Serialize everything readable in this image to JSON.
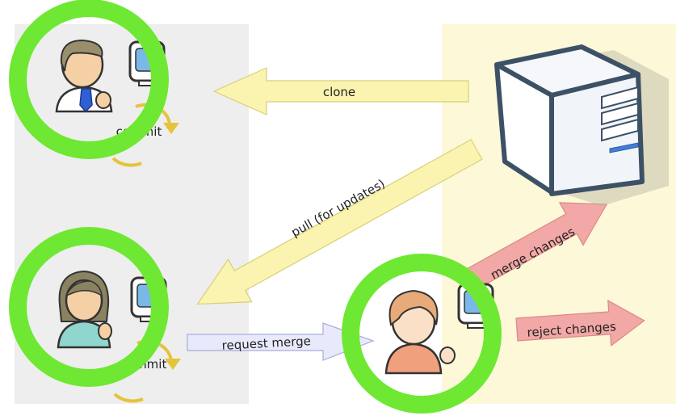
{
  "labels": {
    "clone": "clone",
    "pull": "pull (for updates)",
    "request_merge": "request merge",
    "merge_changes": "merge changes",
    "reject_changes": "reject changes",
    "commit_top": "commit",
    "commit_bottom": "commit"
  },
  "icons": {
    "developer_male": "developer-person-icon",
    "developer_female": "developer-person-icon",
    "maintainer": "maintainer-person-icon",
    "server": "server-tower-icon",
    "computer": "computer-monitor-icon",
    "commit_cycle": "commit-cycle-arrow-icon"
  },
  "colors": {
    "left_panel": "#eeeeee",
    "right_panel": "#fdf8d8",
    "highlight_ring": "#6ee832",
    "yellow_arrow": "#fbf4b0",
    "blue_arrow": "#e8eafc",
    "red_arrow": "#f2a8a6",
    "server_body": "#ffffff",
    "server_outline": "#3d5166"
  }
}
